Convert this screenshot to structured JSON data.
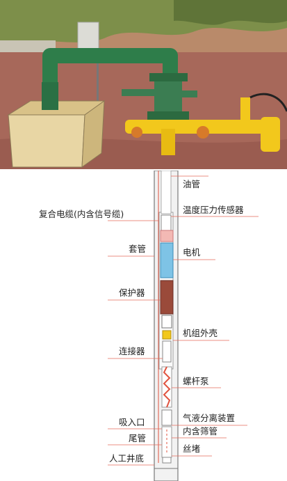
{
  "diagram": {
    "labels_right": {
      "tubing": "油管",
      "temp_pressure_sensor": "温度压力传感器",
      "motor": "电机",
      "unit_housing": "机组外壳",
      "screw_pump": "螺杆泵",
      "gas_liquid_separator": "气液分离装置",
      "screen_pipe": "内含筛管",
      "plug": "丝堵"
    },
    "labels_left": {
      "composite_cable": "复合电缆(内含信号缆)",
      "casing": "套管",
      "protector": "保护器",
      "connector": "连接器",
      "suction_inlet": "吸入口",
      "tail_pipe": "尾管",
      "artificial_bottom": "人工井底"
    }
  },
  "colors": {
    "pipe_green": "#2e7d4a",
    "pipe_yellow": "#f2c81c",
    "soil": "#a7685a",
    "motor_blue": "#7ec3e6",
    "protector_brown": "#9a4a3a",
    "leader_red": "#e46a5a"
  }
}
